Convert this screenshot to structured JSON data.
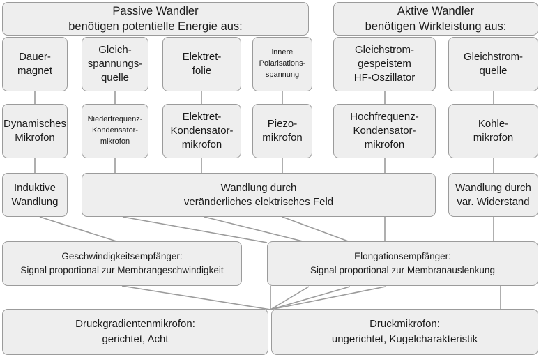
{
  "colors": {
    "background": "#ffffff",
    "box_fill": "#eeeeee",
    "box_border": "#9b9b9b",
    "connector": "#9b9b9b",
    "text": "#1a1a1a"
  },
  "nodes": {
    "passive_header": {
      "lines": [
        "Passive Wandler",
        "benötigen potentielle Energie aus:"
      ]
    },
    "active_header": {
      "lines": [
        "Aktive Wandler",
        "benötigen Wirkleistung aus:"
      ]
    },
    "dauermagnet": {
      "lines": [
        "Dauer-",
        "magnet"
      ]
    },
    "gleichspannungsquelle": {
      "lines": [
        "Gleich-",
        "spannungs-",
        "quelle"
      ]
    },
    "elektretfolie": {
      "lines": [
        "Elektret-",
        "folie"
      ]
    },
    "innere_polarisationsspannung": {
      "lines": [
        "innere",
        "Polarisations-",
        "spannung"
      ]
    },
    "gleichstrom_hf_oszillator": {
      "lines": [
        "Gleichstrom-",
        "gespeistem",
        "HF-Oszillator"
      ]
    },
    "gleichstromquelle": {
      "lines": [
        "Gleichstrom-",
        "quelle"
      ]
    },
    "dynamisches_mikrofon": {
      "lines": [
        "Dynamisches",
        "Mikrofon"
      ]
    },
    "niederfrequenz_kondensatormikrofon": {
      "lines": [
        "Niederfrequenz-",
        "Kondensator-",
        "mikrofon"
      ]
    },
    "elektret_kondensatormikrofon": {
      "lines": [
        "Elektret-",
        "Kondensator-",
        "mikrofon"
      ]
    },
    "piezomikrofon": {
      "lines": [
        "Piezo-",
        "mikrofon"
      ]
    },
    "hochfrequenz_kondensatormikrofon": {
      "lines": [
        "Hochfrequenz-",
        "Kondensator-",
        "mikrofon"
      ]
    },
    "kohlemikrofon": {
      "lines": [
        "Kohle-",
        "mikrofon"
      ]
    },
    "induktive_wandlung": {
      "lines": [
        "Induktive",
        "Wandlung"
      ]
    },
    "wandlung_elektrisches_feld": {
      "lines": [
        "Wandlung durch",
        "veränderliches elektrisches Feld"
      ]
    },
    "wandlung_var_widerstand": {
      "lines": [
        "Wandlung durch",
        "var. Widerstand"
      ]
    },
    "geschwindigkeitsempfaenger": {
      "lines": [
        "Geschwindigkeitsempfänger:",
        "Signal proportional zur Membrangeschwindigkeit"
      ]
    },
    "elongationsempfaenger": {
      "lines": [
        "Elongationsempfänger:",
        "Signal proportional zur Membranauslenkung"
      ]
    },
    "druckgradientenmikrofon": {
      "lines": [
        "Druckgradientenmikrofon:",
        "gerichtet, Acht"
      ]
    },
    "druckmikrofon": {
      "lines": [
        "Druckmikrofon:",
        "ungerichtet, Kugelcharakteristik"
      ]
    }
  }
}
